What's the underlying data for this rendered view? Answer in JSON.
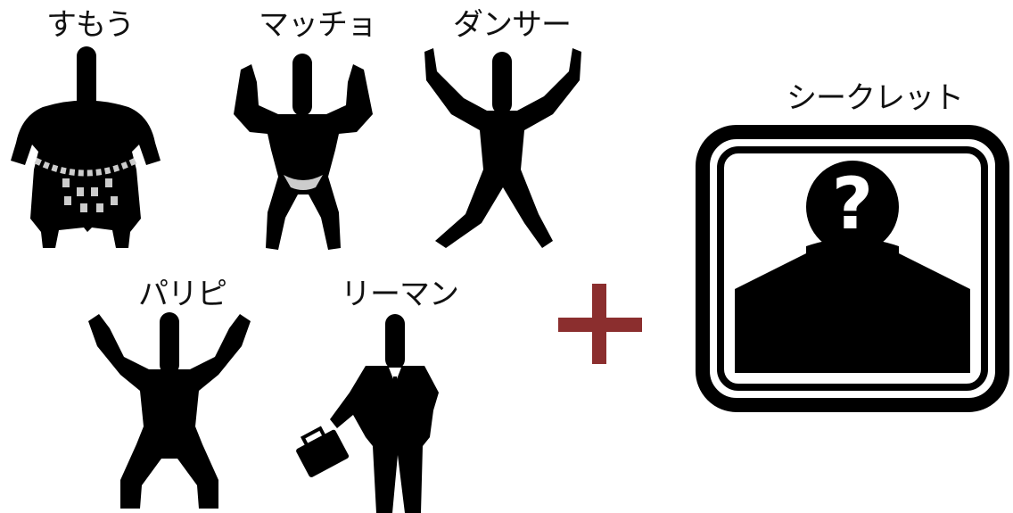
{
  "characters": [
    {
      "label": "すもう",
      "icon": "sumo-wrestler-silhouette"
    },
    {
      "label": "マッチョ",
      "icon": "bodybuilder-silhouette"
    },
    {
      "label": "ダンサー",
      "icon": "dancer-silhouette"
    },
    {
      "label": "パリピ",
      "icon": "party-person-silhouette"
    },
    {
      "label": "リーマン",
      "icon": "salaryman-silhouette"
    }
  ],
  "plus": {
    "symbol": "+",
    "color": "#8b2e2e"
  },
  "secret": {
    "label": "シークレット",
    "icon": "unknown-person-icon",
    "mark": "?"
  },
  "colors": {
    "silhouette": "#000000",
    "background": "#ffffff",
    "accent": "#8b2e2e"
  }
}
